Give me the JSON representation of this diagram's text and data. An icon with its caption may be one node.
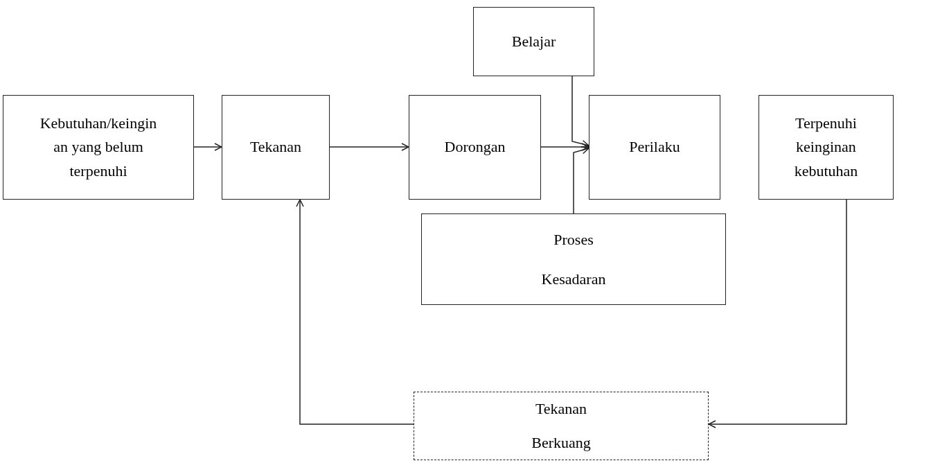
{
  "diagram": {
    "nodes": [
      {
        "text": [
          "Belajar"
        ]
      },
      {
        "text": [
          "Kebutuhan/keinginan yang belum terpenuhi"
        ]
      },
      {
        "text": [
          "Tekanan"
        ]
      },
      {
        "text": [
          "Dorongan"
        ]
      },
      {
        "text": [
          "Perilaku"
        ]
      },
      {
        "text": [
          "Terpenuhi keinginan kebutuhan"
        ]
      },
      {
        "text": [
          "Proses Kesadaran"
        ]
      },
      {
        "text": [
          "Tekanan Berkuang"
        ]
      }
    ],
    "edges": [
      {
        "from": 1,
        "to": 2,
        "arrow": "to"
      },
      {
        "from": 2,
        "to": 3,
        "arrow": "to"
      },
      {
        "from": 3,
        "to": 4,
        "arrow": "to"
      },
      {
        "from": 0,
        "to": 4,
        "arrow": "to"
      },
      {
        "from": 6,
        "to": 4,
        "arrow": "to"
      },
      {
        "from": 5,
        "to": 7,
        "arrow": "to"
      },
      {
        "from": 7,
        "to": 2,
        "arrow": "to"
      }
    ]
  }
}
